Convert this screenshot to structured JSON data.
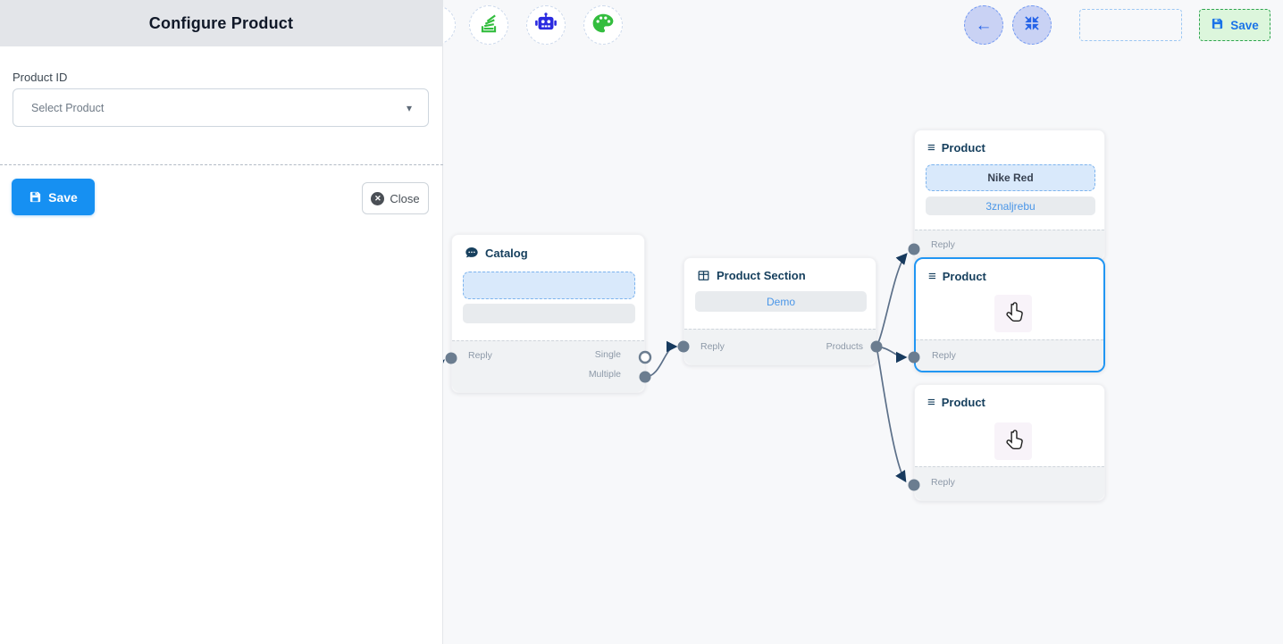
{
  "config_panel": {
    "title": "Configure Product",
    "product_id_label": "Product ID",
    "select_placeholder": "Select Product",
    "save_label": "Save",
    "close_label": "Close"
  },
  "canvas_actions": {
    "save_label": "Save"
  },
  "nodes": {
    "catalog": {
      "title": "Catalog",
      "reply_label": "Reply",
      "single_label": "Single",
      "multiple_label": "Multiple"
    },
    "product_section": {
      "title": "Product Section",
      "option_label": "Demo",
      "reply_label": "Reply",
      "products_label": "Products"
    },
    "product_top": {
      "title": "Product",
      "product_name": "Nike Red",
      "retailer_id": "3znaljrebu",
      "reply_label": "Reply"
    },
    "product_middle": {
      "title": "Product",
      "reply_label": "Reply"
    },
    "product_bottom": {
      "title": "Product",
      "reply_label": "Reply"
    }
  },
  "icons": {
    "toolbar": [
      "stack-icon",
      "robot-icon",
      "palette-icon"
    ],
    "nav": [
      "arrow-left-icon",
      "compress-icon"
    ]
  },
  "colors": {
    "primary_blue": "#1690f2",
    "selected_node_border": "#2196f3",
    "link_text_blue": "#4a96e8",
    "edge_gray": "#5c7089",
    "arrow_navy": "#173a5e",
    "toolbar_green": "#33bd3e",
    "toolbar_blue": "#2a2ae0",
    "save_green_bg": "#dcf6dc",
    "save_green_border": "#2ea44f",
    "panel_header_bg": "#e3e5e9"
  }
}
